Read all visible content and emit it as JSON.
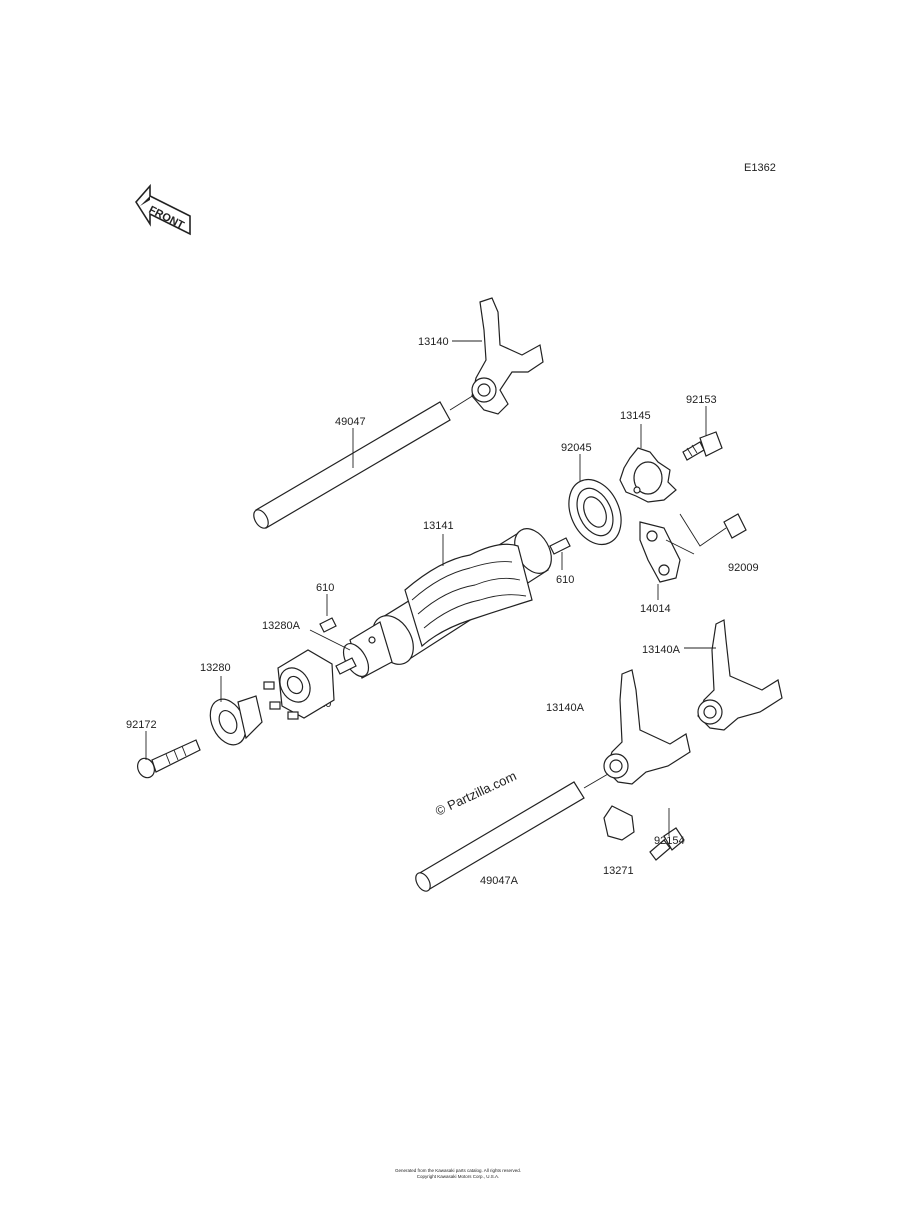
{
  "diagram": {
    "code": "E1362",
    "front_label": "FRONT",
    "watermark": "© Partzilla.com",
    "footer_line1": "Generated from the Kawasaki parts catalog. All rights reserved.",
    "footer_line2": "Copyright Kawasaki Motors Corp., U.S.A.",
    "parts": {
      "p13140": "13140",
      "p49047": "49047",
      "p13145": "13145",
      "p92153": "92153",
      "p92045": "92045",
      "p13141": "13141",
      "p610_top": "610",
      "p610_right": "610",
      "p610_bottom": "610",
      "p13280A": "13280A",
      "p92009": "92009",
      "p14014": "14014",
      "p13140A_right": "13140A",
      "p13140A_left": "13140A",
      "p13280": "13280",
      "p92172": "92172",
      "p92154": "92154",
      "p13271": "13271",
      "p49047A": "49047A"
    }
  }
}
